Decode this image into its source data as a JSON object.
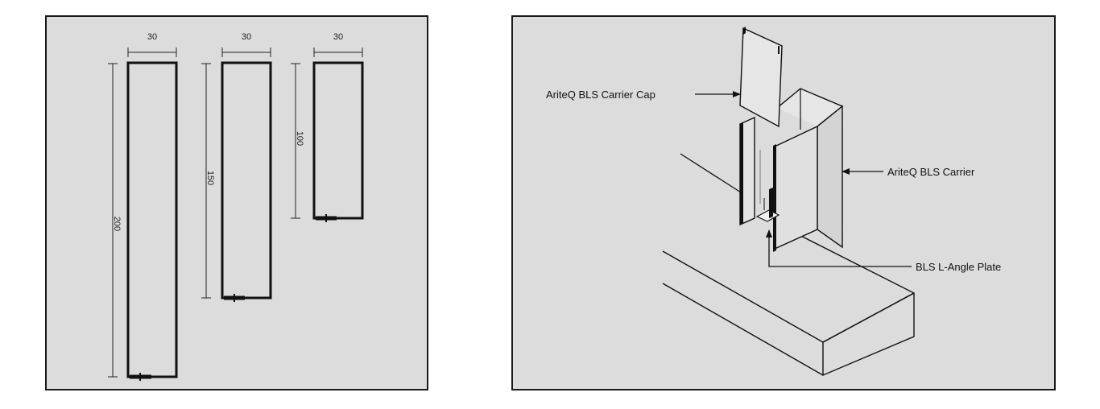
{
  "dimensions": {
    "profile_large": {
      "width": "30",
      "height": "200"
    },
    "profile_medium": {
      "width": "30",
      "height": "150"
    },
    "profile_small": {
      "width": "30",
      "height": "100"
    }
  },
  "callouts": {
    "carrier_cap": "AriteQ BLS Carrier Cap",
    "carrier": "AriteQ BLS Carrier",
    "angle_plate": "BLS L-Angle Plate"
  },
  "colors": {
    "panel_background": "#dcdcdc",
    "line": "#1a1a1a"
  }
}
